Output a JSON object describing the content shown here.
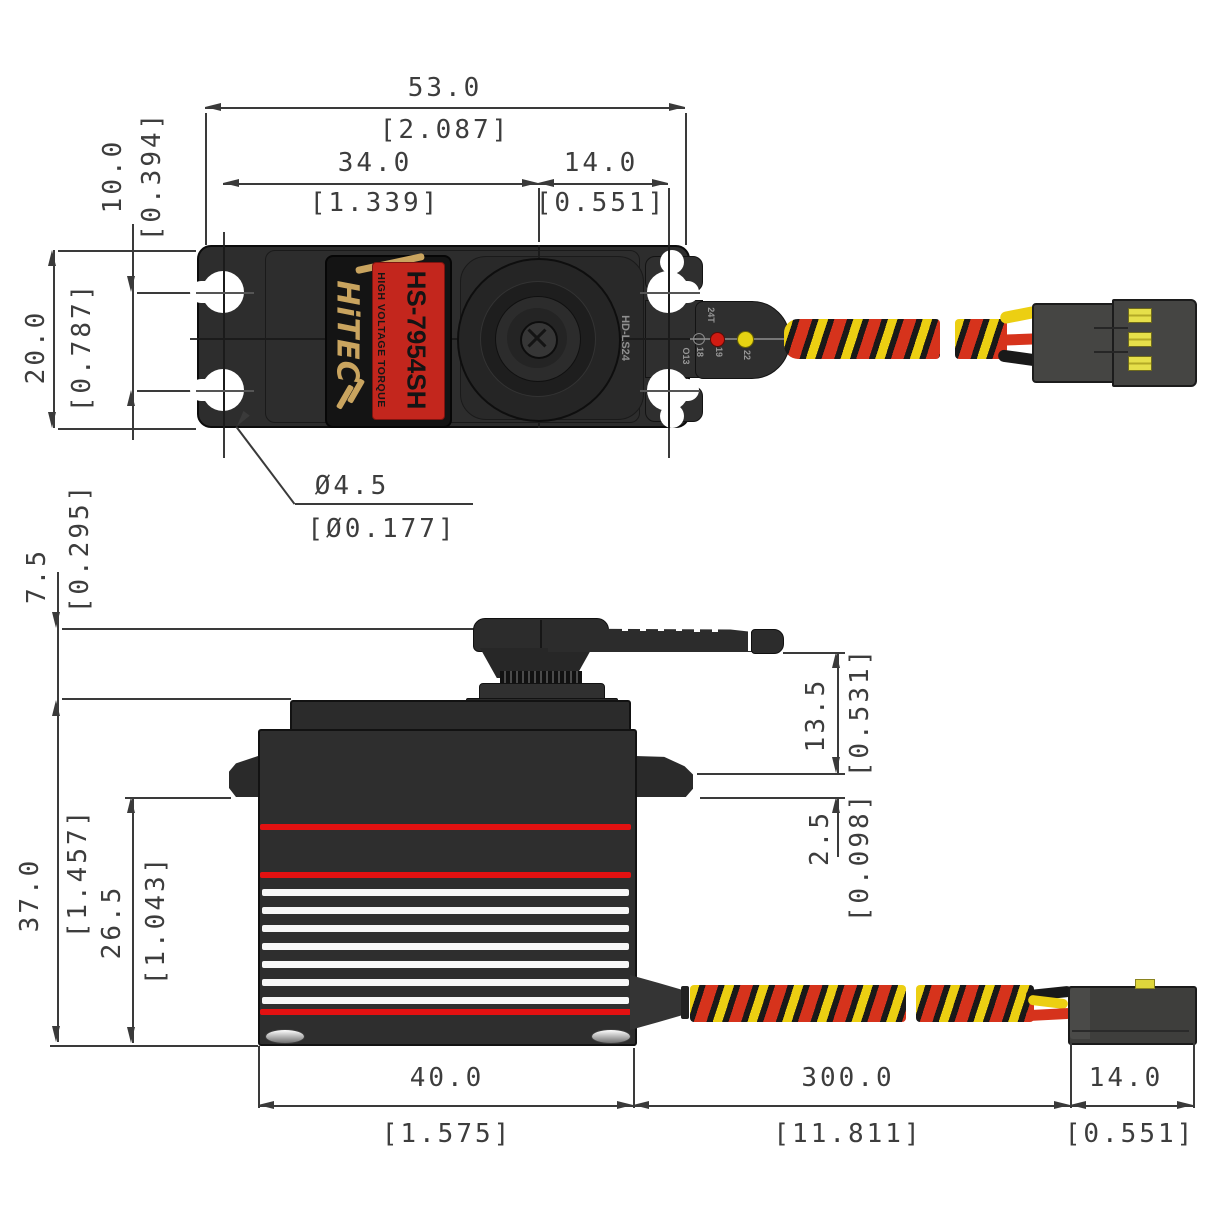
{
  "top_view": {
    "label": {
      "brand": "HiTEC",
      "model": "HS-7954SH",
      "tagline": "HIGH VOLTAGE TORQUE"
    },
    "horn": {
      "part_no": "HD-LS24",
      "spline": "24T",
      "diameter": "O13",
      "hole_labels": [
        "18",
        "19",
        "22"
      ]
    },
    "dims": {
      "overall_length": {
        "mm": "53.0",
        "inch": "[2.087]"
      },
      "hole_to_shaft": {
        "mm": "34.0",
        "inch": "[1.339]"
      },
      "shaft_to_hole": {
        "mm": "14.0",
        "inch": "[0.551]"
      },
      "hole_spacing": {
        "mm": "10.0",
        "inch": "[0.394]"
      },
      "body_width": {
        "mm": "20.0",
        "inch": "[0.787]"
      },
      "hole_diameter": {
        "mm": "Ø4.5",
        "inch": "[Ø0.177]"
      }
    }
  },
  "side_view": {
    "dims": {
      "horn_arm_height": {
        "mm": "7.5",
        "inch": "[0.295]"
      },
      "overall_height": {
        "mm": "37.0",
        "inch": "[1.457]"
      },
      "bottom_to_flange": {
        "mm": "26.5",
        "inch": "[1.043]"
      },
      "flange_to_horn": {
        "mm": "13.5",
        "inch": "[0.531]"
      },
      "flange_thickness": {
        "mm": "2.5",
        "inch": "[0.098]"
      },
      "case_length": {
        "mm": "40.0",
        "inch": "[1.575]"
      },
      "lead_length": {
        "mm": "300.0",
        "inch": "[11.811]"
      },
      "connector_length": {
        "mm": "14.0",
        "inch": "[0.551]"
      }
    }
  },
  "colors": {
    "body_dark": "#2d2d2d",
    "label_red": "#c3261d",
    "brand_gold": "#c9a45f",
    "stripe_red": "#e31111",
    "wire_yellow": "#eccf12",
    "wire_red": "#d6331c",
    "wire_black": "#191919",
    "contact_yellow": "#ded63c",
    "connector_grey": "#454543",
    "line_grey": "#3a3a3a"
  }
}
